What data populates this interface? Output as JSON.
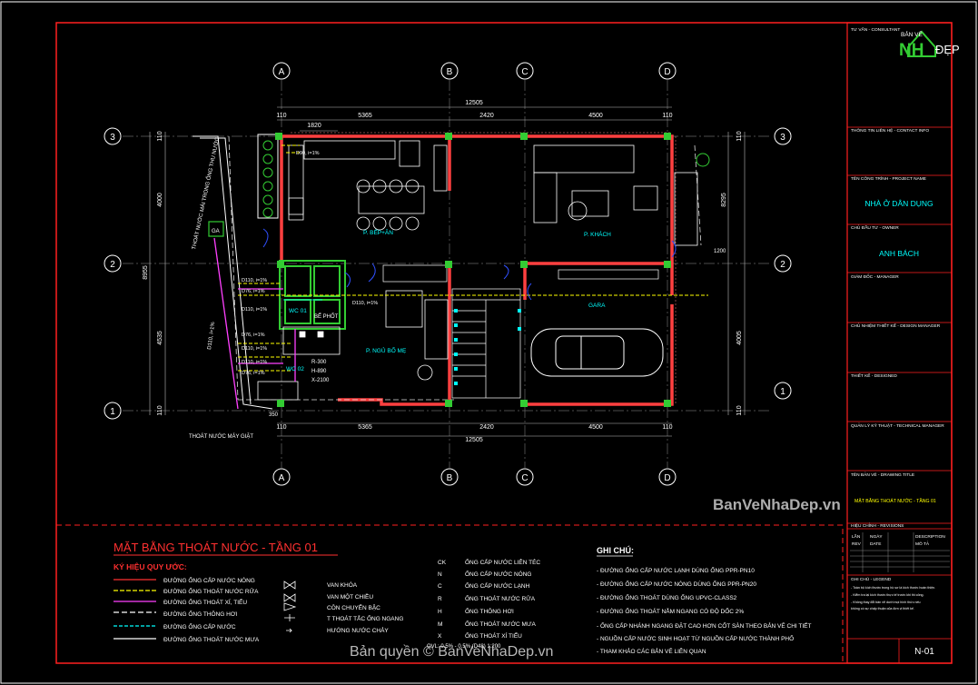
{
  "drawing": {
    "title": "MẶT BẰNG THOÁT NƯỚC - TẦNG 01",
    "sheet_no": "N-01",
    "overall_width": "12505",
    "segments_top": [
      "110",
      "5365",
      "2420",
      "4500",
      "110"
    ],
    "segments_bottom": [
      "110",
      "5365",
      "2420",
      "4500",
      "110"
    ],
    "left_dims": [
      "110",
      "4000",
      "8955",
      "4535",
      "110"
    ],
    "right_dims": [
      "110",
      "8295",
      "4005",
      "110"
    ],
    "top_small_dims": [
      "1820"
    ],
    "col_labels": [
      "A",
      "B",
      "C",
      "D"
    ],
    "row_labels": [
      "3",
      "2",
      "1"
    ],
    "rooms": [
      "P. BẾP+ĂN",
      "P. KHÁCH",
      "GARA",
      "P. NGỦ BỐ MẸ",
      "WC 01",
      "WC 02"
    ],
    "tank_label": "BỂ PHỐT",
    "tank_specs": [
      "R-300",
      "H-890",
      "X-2100"
    ],
    "tags": [
      "GA",
      "1200"
    ],
    "pipe_labels": [
      "D90, i=1%",
      "D110, i=1%",
      "D76, i=1%",
      "D110, i=1%",
      "D76, i=1%",
      "D110, i=1%",
      "D76, i=1%",
      "D110, i=1%",
      "D110, i=1%"
    ],
    "vertical_label": "THOÁT NƯỚC MÁI TRONG ỐNG THU NƯỚC",
    "roof_drain_label": "THOÁT NƯỚC MÁY GIẶT",
    "side_label": "D110, i=1%",
    "bottom_caption": "OVL: 0.5% - 0.5% (D48) 1:200",
    "watermark": "BanVeNhaDep.vn",
    "copyright": "Bản quyền © BanVeNhaDep.vn",
    "north_small": "350"
  },
  "legend": {
    "title": "KÝ HIỆU QUY ƯỚC:",
    "pipes": [
      {
        "label": "ĐƯỜNG ỐNG CẤP NƯỚC NÓNG",
        "color": "#ff3030"
      },
      {
        "label": "ĐƯỜNG ỐNG THOÁT NƯỚC RỬA",
        "color": "#ffff00"
      },
      {
        "label": "ĐƯỜNG ỐNG THOÁT XÍ, TIỂU",
        "color": "#ff40ff"
      },
      {
        "label": "ĐƯỜNG ỐNG THÔNG HƠI",
        "color": "#ffffff"
      },
      {
        "label": "ĐƯỜNG ỐNG CẤP NƯỚC",
        "color": "#00ffff"
      },
      {
        "label": "ĐƯỜNG ỐNG THOÁT NƯỚC MƯA",
        "color": "#ffffff"
      }
    ],
    "symbols": [
      "VAN KHÓA",
      "VAN MỘT CHIỀU",
      "CÔN CHUYỂN BẬC",
      "T THOÁT TẮC ỐNG NGANG",
      "HƯỚNG NƯỚC CHẢY"
    ],
    "codes": [
      {
        "code": "CK",
        "label": "ỐNG CẤP NƯỚC LIÊN TÉC"
      },
      {
        "code": "N",
        "label": "ỐNG CẤP NƯỚC NÓNG"
      },
      {
        "code": "C",
        "label": "ỐNG CẤP NƯỚC LẠNH"
      },
      {
        "code": "R",
        "label": "ỐNG THOÁT NƯỚC RỬA"
      },
      {
        "code": "H",
        "label": "ỐNG THÔNG HƠI"
      },
      {
        "code": "M",
        "label": "ỐNG THOÁT NƯỚC MƯA"
      },
      {
        "code": "X",
        "label": "ỐNG THOÁT XÍ TIỂU"
      }
    ]
  },
  "notes": {
    "title": "GHI CHÚ:",
    "items": [
      "- ĐƯỜNG ỐNG CẤP NƯỚC LẠNH DÙNG ỐNG PPR-PN10",
      "- ĐƯỜNG ỐNG CẤP NƯỚC NÓNG DÙNG ỐNG PPR-PN20",
      "- ĐƯỜNG ỐNG THOÁT DÙNG ỐNG UPVC-CLASS2",
      "- ĐƯỜNG ỐNG THOÁT NẰM NGANG CÓ ĐỘ DỐC 2%",
      "- ỐNG CẤP NHÁNH NGANG ĐẶT CAO HƠN CỐT SÀN THEO BẢN VẼ CHI TIẾT",
      "- NGUỒN CẤP NƯỚC SINH HOẠT TỪ NGUỒN CẤP NƯỚC THÀNH PHỐ",
      "- THAM KHẢO CÁC BẢN VẼ LIÊN QUAN"
    ]
  },
  "titleblock": {
    "logo_top": "BẢN VẼ",
    "logo_nh": "NH",
    "logo_dep": "ĐẸP",
    "tuvan": "TƯ VẤN - CONSULTANT",
    "contact": "THÔNG TIN LIÊN HỆ - CONTACT INFO",
    "project_h": "TÊN CÔNG TRÌNH - PROJECT NAME",
    "project": "NHÀ Ở DÂN DỤNG",
    "owner_h": "CHỦ ĐẦU TƯ - OWNER",
    "owner": "ANH BÁCH",
    "director": "GIÁM ĐỐC - MANAGER",
    "design_mgr": "CHỦ NHIỆM THIẾT KẾ - DESIGN MANAGER",
    "designer": "THIẾT KẾ - DESIGNED",
    "tech_mgr": "QUẢN LÝ KỸ THUẬT - TECHNICAL MANAGER",
    "drawing_title_h": "TÊN BẢN VẼ - DRAWING TITLE",
    "drawing_title": "MẶT BẰNG THOÁT NƯỚC - TẦNG 01",
    "revision": "HIỆU CHỈNH - REVISIONS",
    "rev_cols": [
      "LẦN",
      "NGÀY",
      "DESCRIPTION"
    ],
    "rev_sub": [
      "REV",
      "DATE",
      "MÔ TẢ"
    ],
    "legend_h": "GHI CHÚ - LEGEND",
    "legend_lines": [
      "- Toàn bộ kích thước trong hồ sơ là kích thước hoàn thiện.",
      "- Kiểm tra lại kích thước thực tế trước khi thi công.",
      "- Không thay đổi bản vẽ dưới mọi hình thức nếu",
      "  không có sự chấp thuận của đơn vị thiết kế."
    ]
  },
  "colors": {
    "frame": "#ff2020",
    "wall": "#ff4040",
    "grid": "#ffffff",
    "dim": "#ffffff",
    "green": "#33cc33",
    "cyan": "#00ffff",
    "yellow": "#ffff00",
    "magenta": "#ff40ff",
    "blue": "#3050ff"
  }
}
